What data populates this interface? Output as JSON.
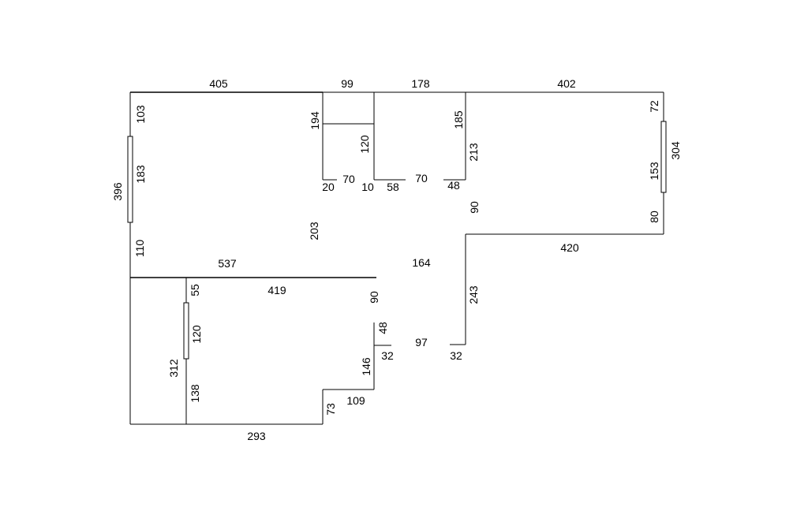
{
  "floor_plan": {
    "dimensions": {
      "top_405": "405",
      "top_99": "99",
      "top_178": "178",
      "top_402": "402",
      "left_103": "103",
      "left_183": "183",
      "left_396": "396",
      "left_110": "110",
      "closet_194": "194",
      "closet_120": "120",
      "closet_20": "20",
      "closet_70a": "70",
      "closet_10": "10",
      "closet_58": "58",
      "closet_70b": "70",
      "closet_48": "48",
      "closet_185": "185",
      "closet_213": "213",
      "right_72": "72",
      "right_304": "304",
      "right_153": "153",
      "right_80": "80",
      "mid_90": "90",
      "mid_203": "203",
      "step_420": "420",
      "wall_537": "537",
      "wall_164": "164",
      "wall_243": "243",
      "room_55": "55",
      "room_419": "419",
      "room_90": "90",
      "room_48": "48",
      "room_32a": "32",
      "room_97": "97",
      "room_32b": "32",
      "room_120": "120",
      "room_312": "312",
      "room_146": "146",
      "room_138": "138",
      "room_109": "109",
      "room_73": "73",
      "bottom_293": "293"
    }
  }
}
